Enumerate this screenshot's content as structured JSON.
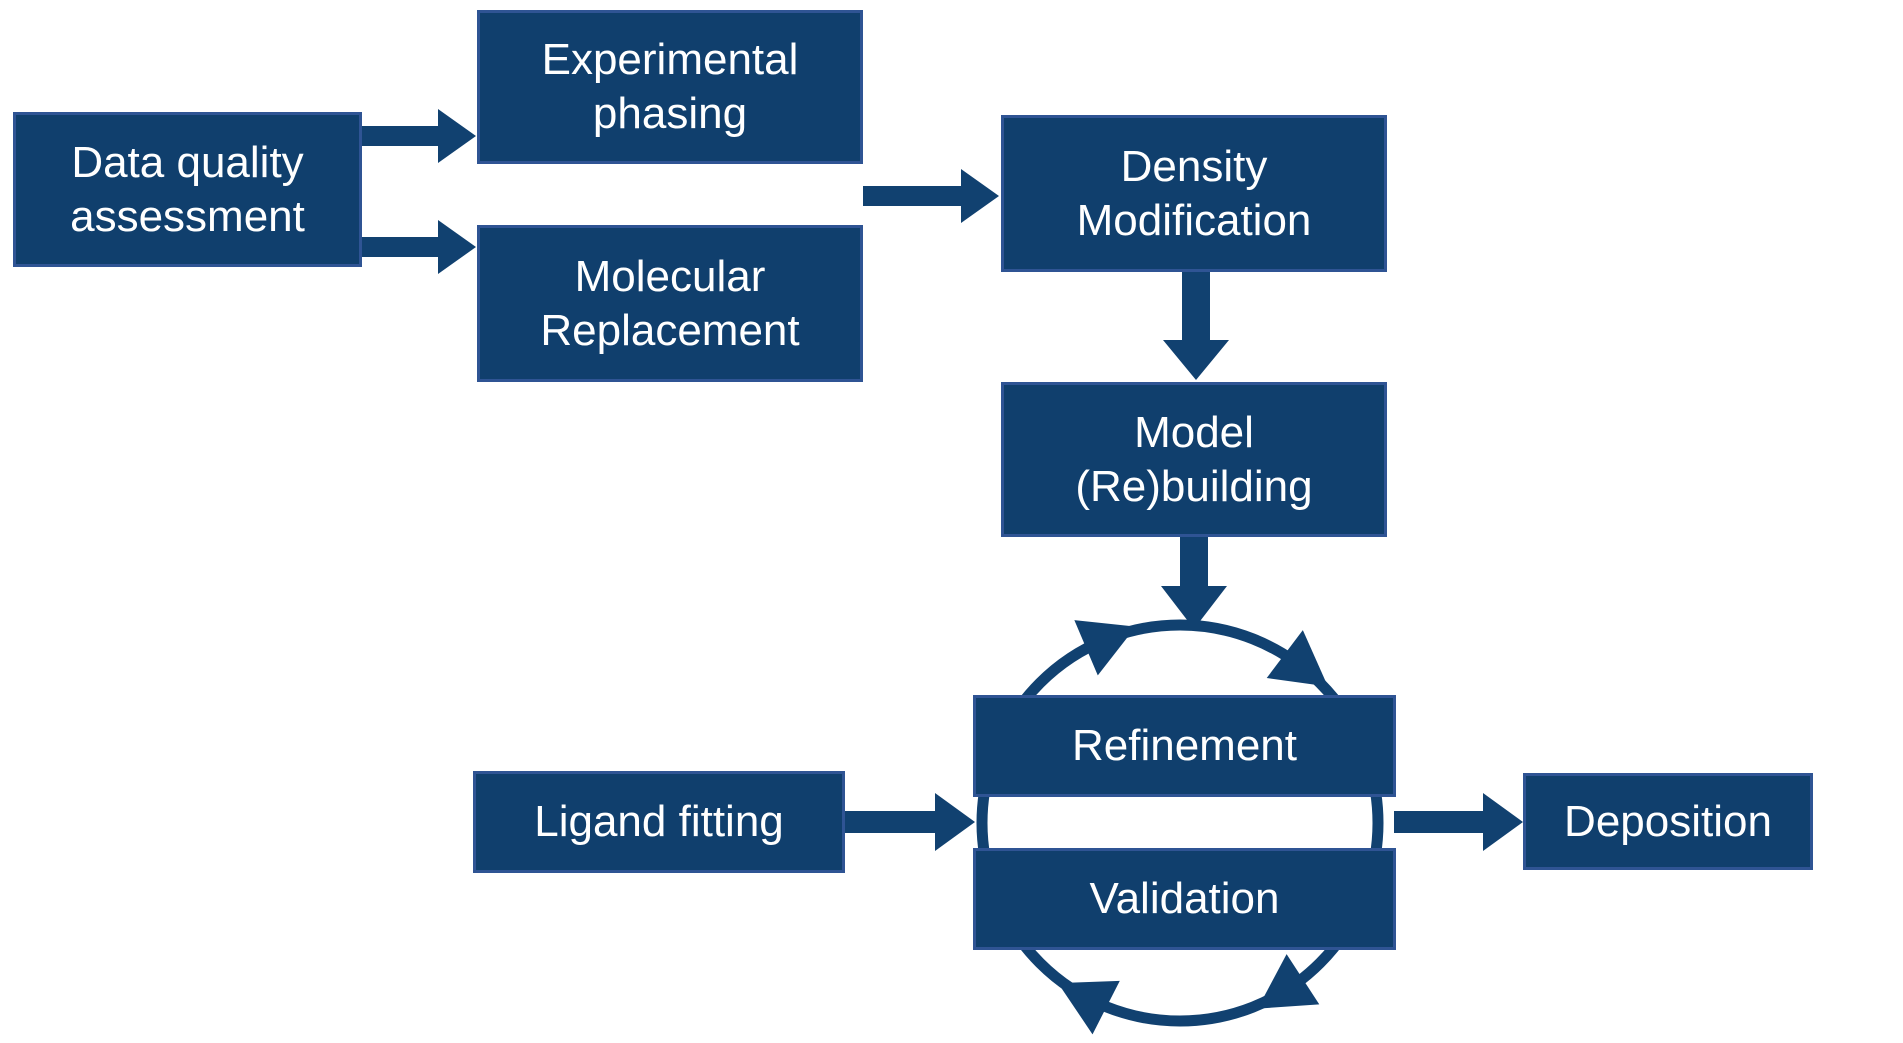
{
  "diagram": {
    "description": "Crystallographic structure solution workflow flowchart",
    "nodes": {
      "data_quality": {
        "label": "Data quality assessment"
      },
      "experimental_phasing": {
        "label": "Experimental phasing"
      },
      "molecular_replacement": {
        "label": "Molecular Replacement"
      },
      "density_modification": {
        "label": "Density Modification"
      },
      "model_rebuilding": {
        "label": "Model (Re)building"
      },
      "refinement": {
        "label": "Refinement"
      },
      "validation": {
        "label": "Validation"
      },
      "ligand_fitting": {
        "label": "Ligand fitting"
      },
      "deposition": {
        "label": "Deposition"
      }
    },
    "edges": [
      {
        "from": "Data quality assessment",
        "to": "Experimental phasing"
      },
      {
        "from": "Data quality assessment",
        "to": "Molecular Replacement"
      },
      {
        "from": "Experimental phasing / Molecular Replacement",
        "to": "Density Modification"
      },
      {
        "from": "Density Modification",
        "to": "Model (Re)building"
      },
      {
        "from": "Model (Re)building",
        "to": "Refinement-Validation cycle"
      },
      {
        "from": "Ligand fitting",
        "to": "Refinement-Validation cycle"
      },
      {
        "from": "Refinement-Validation cycle",
        "to": "Deposition"
      }
    ],
    "cycle": {
      "members": [
        "Refinement",
        "Validation"
      ],
      "direction": "clockwise",
      "arrowheads": 4
    }
  },
  "colors": {
    "box_fill": "#103f6d",
    "box_border": "#2f5494",
    "arrow": "#114170",
    "text": "#ffffff"
  }
}
